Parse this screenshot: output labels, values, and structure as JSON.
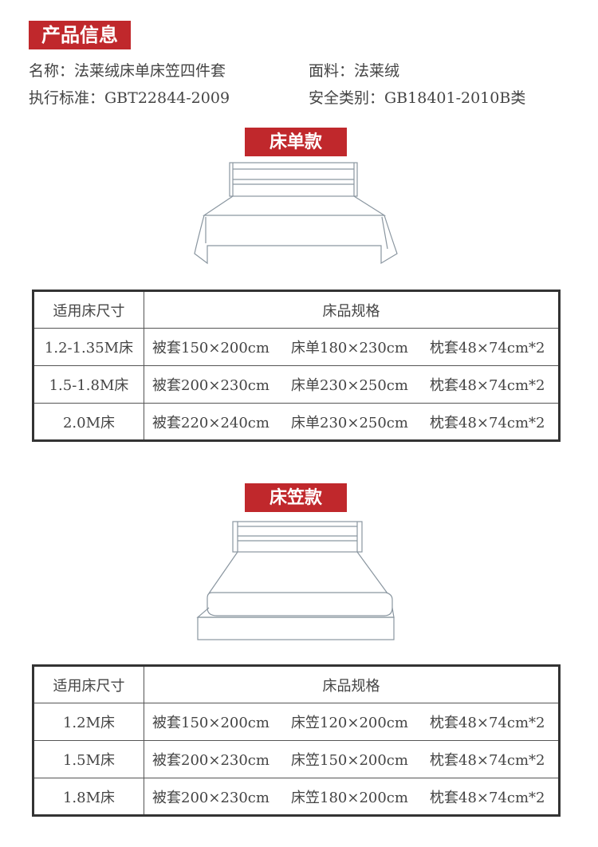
{
  "title": "产品信息",
  "info": {
    "name": "名称：法莱绒床单床笠四件套",
    "fabric": "面料：法莱绒",
    "standard": "执行标准：GBT22844-2009",
    "safety": "安全类别：GB18401-2010B类"
  },
  "sections": [
    {
      "label": "床单款",
      "headers": [
        "适用床尺寸",
        "床品规格"
      ],
      "rows": [
        {
          "size": "1.2-1.35M床",
          "specs": [
            "被套150×200cm",
            "床单180×230cm",
            "枕套48×74cm*2"
          ]
        },
        {
          "size": "1.5-1.8M床",
          "specs": [
            "被套200×230cm",
            "床单230×250cm",
            "枕套48×74cm*2"
          ]
        },
        {
          "size": "2.0M床",
          "specs": [
            "被套220×240cm",
            "床单230×250cm",
            "枕套48×74cm*2"
          ]
        }
      ]
    },
    {
      "label": "床笠款",
      "headers": [
        "适用床尺寸",
        "床品规格"
      ],
      "rows": [
        {
          "size": "1.2M床",
          "specs": [
            "被套150×200cm",
            "床笠120×200cm",
            "枕套48×74cm*2"
          ]
        },
        {
          "size": "1.5M床",
          "specs": [
            "被套200×230cm",
            "床笠150×200cm",
            "枕套48×74cm*2"
          ]
        },
        {
          "size": "1.8M床",
          "specs": [
            "被套200×230cm",
            "床笠180×200cm",
            "枕套48×74cm*2"
          ]
        }
      ]
    }
  ]
}
